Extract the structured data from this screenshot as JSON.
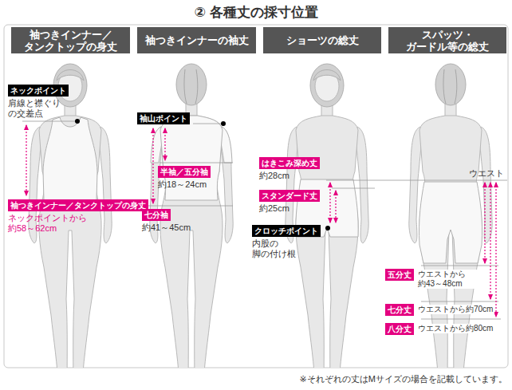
{
  "diagram": {
    "title": "② 各種丈の採寸位置",
    "caption": "※それぞれの丈はMサイズの場合を記載しています。",
    "nodes": [
      {
        "text": [
          "袖つきインナー／ タンクトップの身丈"
        ]
      },
      {
        "text": [
          "袖つきインナーの袖丈"
        ]
      },
      {
        "text": [
          "ショーツの総丈"
        ]
      },
      {
        "text": [
          "スパッツ・ ガードル等の総丈"
        ]
      },
      {
        "text": [
          "ネックポイント",
          "肩線と襟ぐり の交差点"
        ]
      },
      {
        "text": [
          "袖つきインナー／タンクトップの身丈",
          "ネックポイントから 約58～62cm"
        ]
      },
      {
        "text": [
          "袖山ポイント"
        ]
      },
      {
        "text": [
          "半袖／五分袖",
          "約18～24cm"
        ]
      },
      {
        "text": [
          "七分袖",
          "約41～45cm"
        ]
      },
      {
        "text": [
          "はきこみ深め丈",
          "約28cm"
        ]
      },
      {
        "text": [
          "スタンダード丈",
          "約25cm"
        ]
      },
      {
        "text": [
          "クロッチポイント",
          "内股の 脚の付け根"
        ]
      },
      {
        "text": [
          "五分丈",
          "ウエストから 約43～48cm"
        ]
      },
      {
        "text": [
          "七分丈",
          "ウエストから約70cm"
        ]
      },
      {
        "text": [
          "八分丈",
          "ウエストから約80cm"
        ]
      }
    ],
    "labels": [
      "ウエスト"
    ]
  }
}
